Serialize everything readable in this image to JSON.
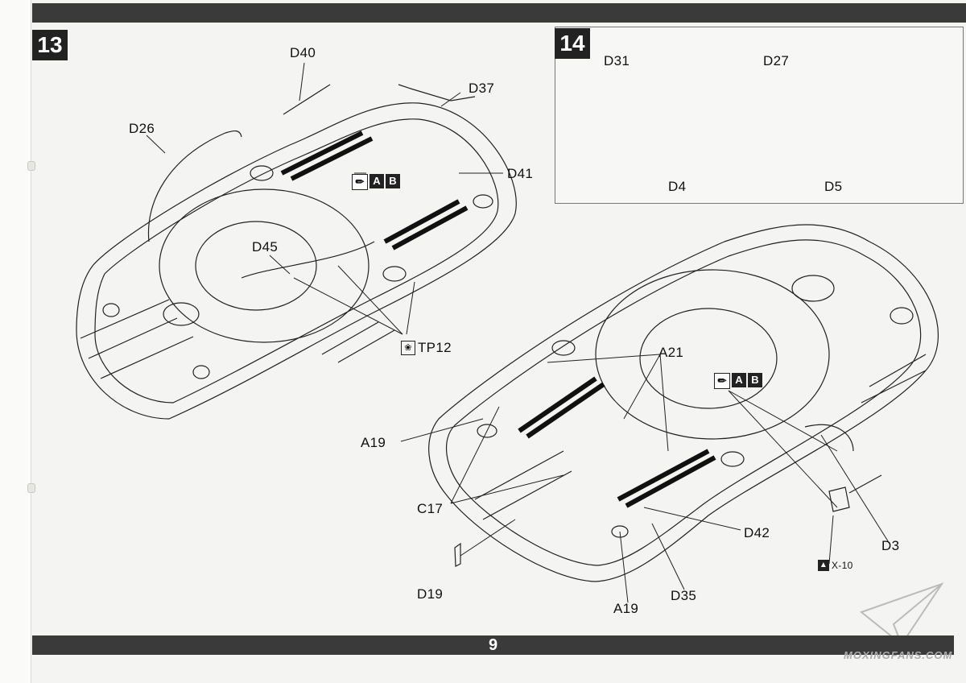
{
  "page_number": "9",
  "steps": {
    "step13": {
      "number": "13",
      "parts": {
        "d40": "D40",
        "d37": "D37",
        "d26": "D26",
        "d41": "D41",
        "d45": "D45",
        "tp12": "TP12"
      },
      "paint_letters": [
        "A",
        "B"
      ]
    },
    "step14": {
      "number": "14",
      "parts": {
        "d31": "D31",
        "d27": "D27",
        "d4": "D4",
        "d5": "D5"
      }
    },
    "lower": {
      "parts": {
        "a21": "A21",
        "a19_left": "A19",
        "c17": "C17",
        "d19": "D19",
        "a19_bottom": "A19",
        "d35": "D35",
        "d42": "D42",
        "d3": "D3",
        "x10": "X-10"
      },
      "paint_letters": [
        "A",
        "B"
      ]
    }
  },
  "watermark": "MOXINGFANS.COM"
}
